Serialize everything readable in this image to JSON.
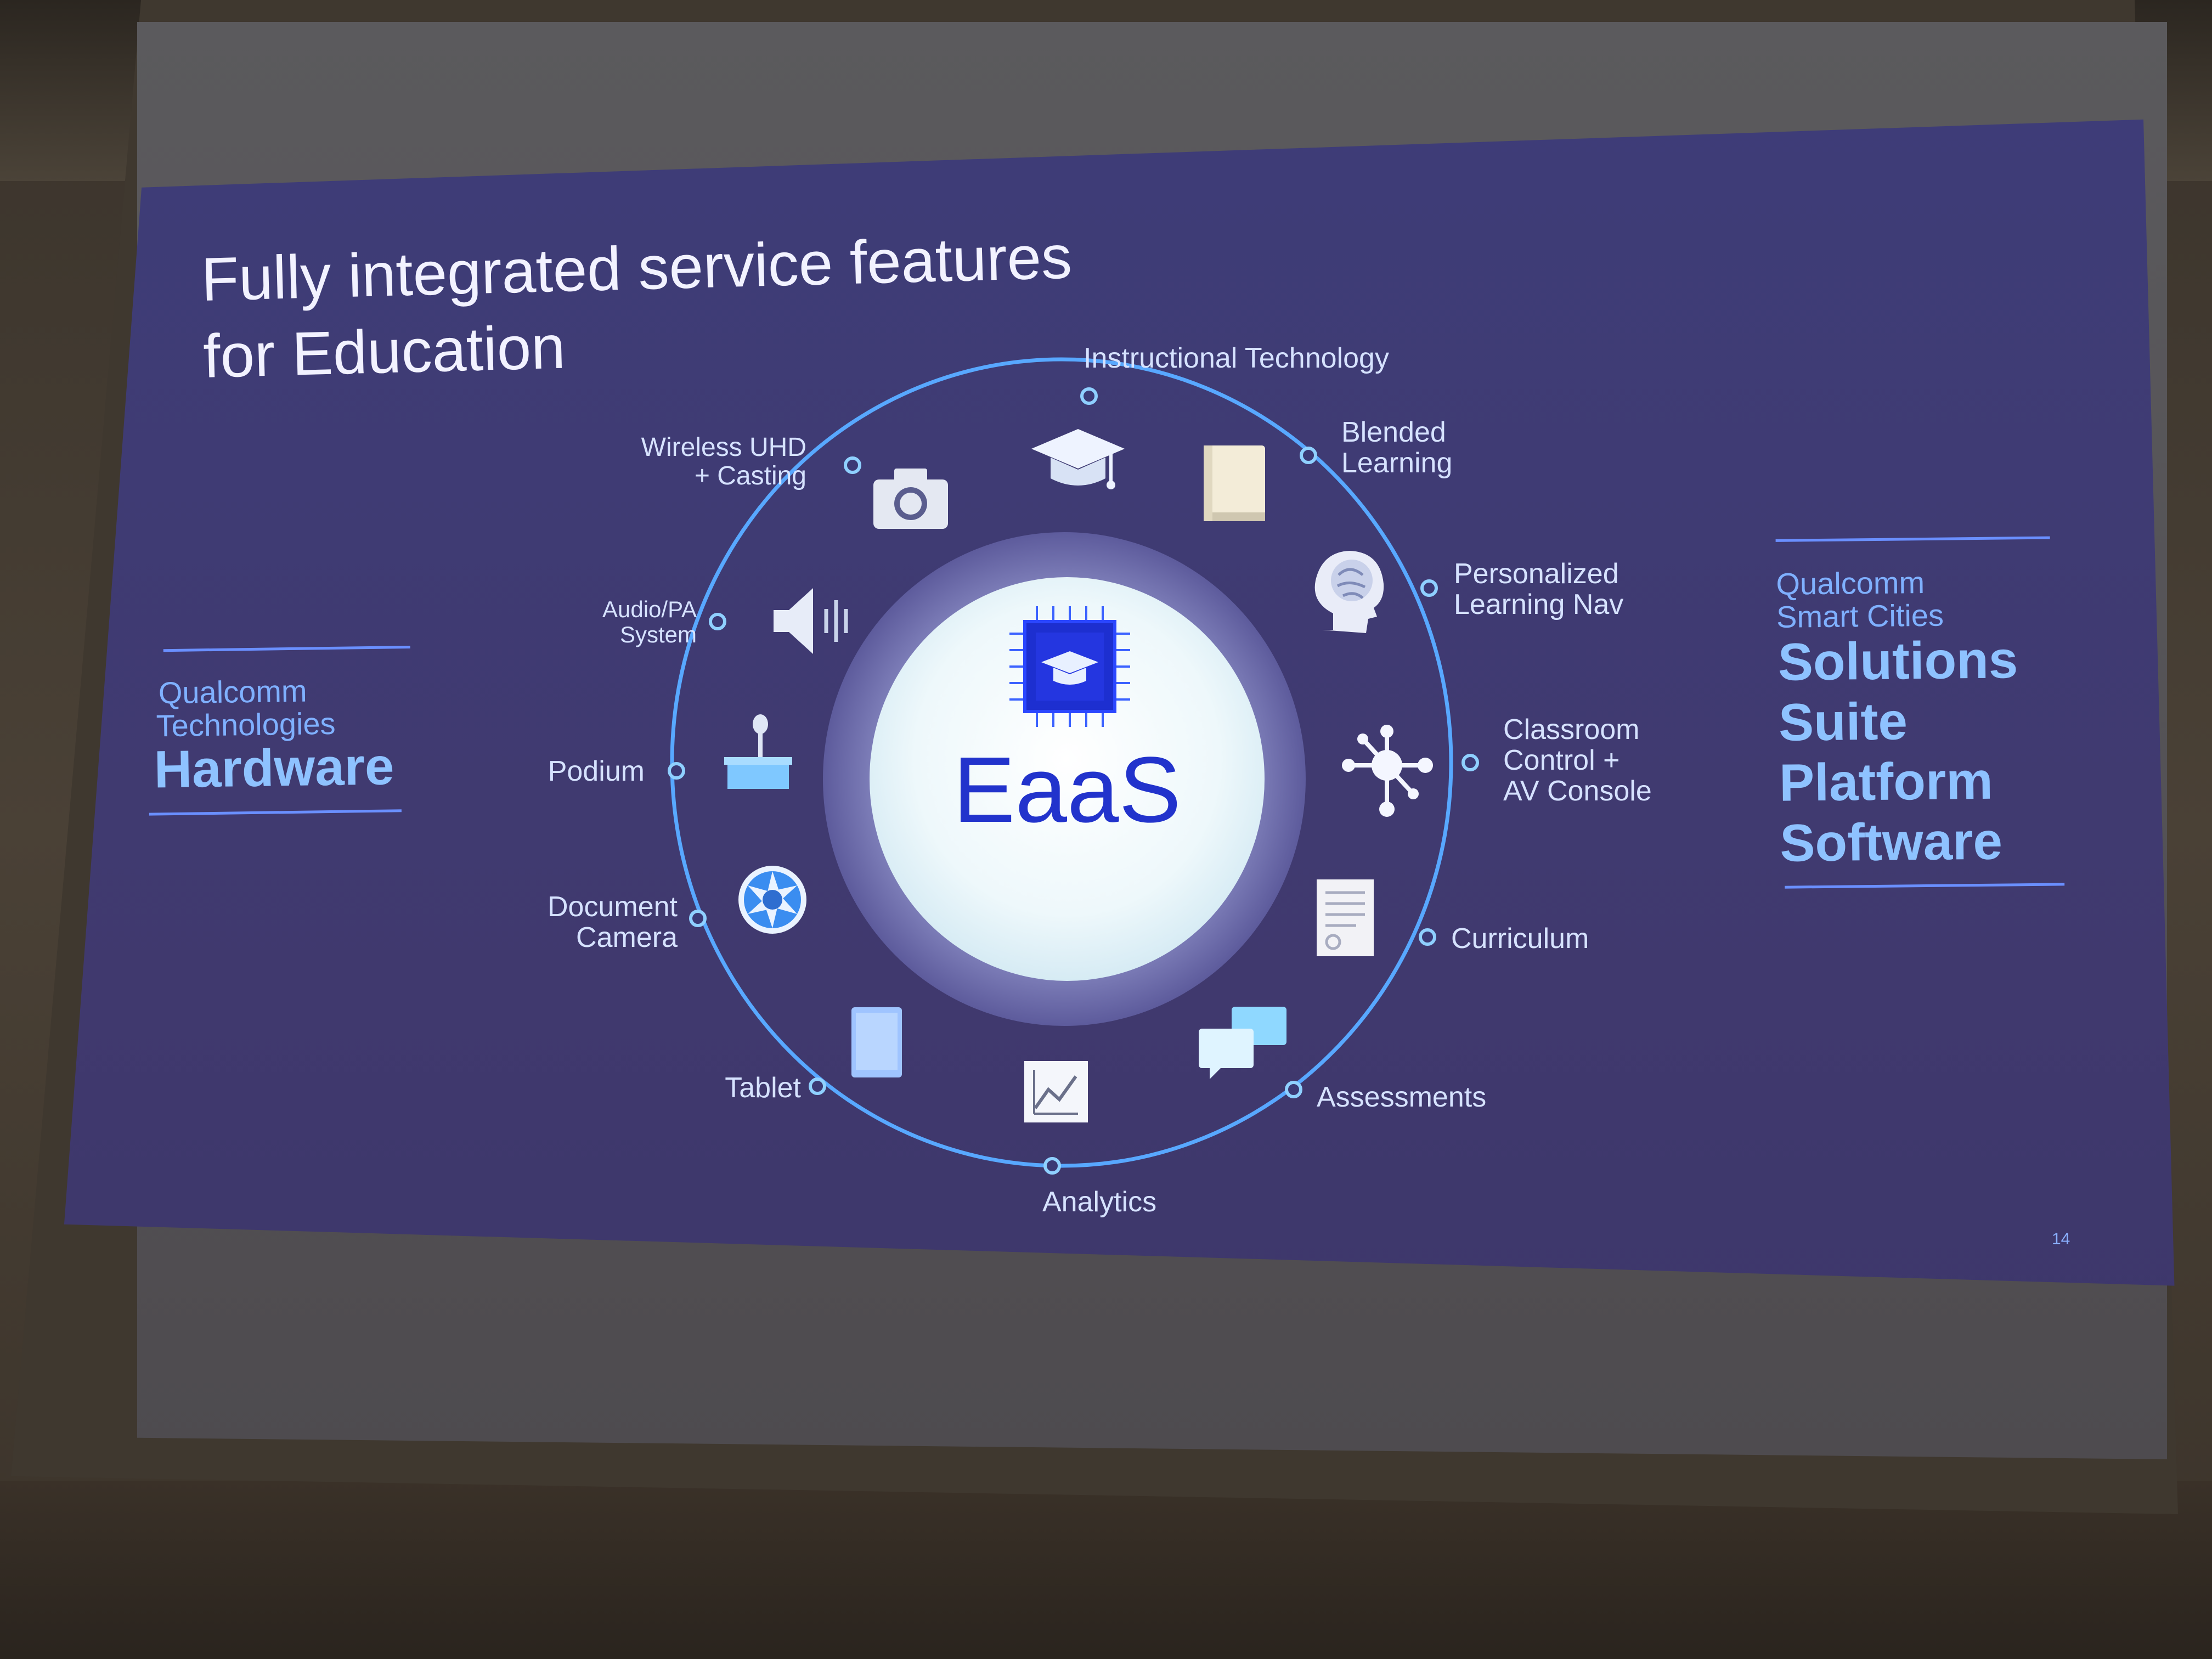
{
  "slide": {
    "title_line1": "Fully integrated service features",
    "title_line2": "for Education",
    "page_number": "14"
  },
  "left_panel": {
    "line1": "Qualcomm",
    "line2": "Technologies",
    "line3": "Hardware"
  },
  "right_panel": {
    "line1": "Qualcomm",
    "line2": "Smart Cities",
    "items": [
      "Solutions",
      "Suite",
      "Platform",
      "Software"
    ]
  },
  "center": {
    "label": "EaaS"
  },
  "services": [
    {
      "id": "instructional-technology",
      "lines": [
        "Instructional Technology"
      ],
      "icon": "graduation-cap-icon"
    },
    {
      "id": "blended-learning",
      "lines": [
        "Blended",
        "Learning"
      ],
      "icon": "book-icon"
    },
    {
      "id": "personalized-learning-nav",
      "lines": [
        "Personalized",
        "Learning Nav"
      ],
      "icon": "brain-head-icon"
    },
    {
      "id": "classroom-control",
      "lines": [
        "Classroom",
        "Control +",
        "AV Console"
      ],
      "icon": "network-hub-icon"
    },
    {
      "id": "curriculum",
      "lines": [
        "Curriculum"
      ],
      "icon": "document-icon"
    },
    {
      "id": "assessments",
      "lines": [
        "Assessments"
      ],
      "icon": "chat-bubbles-icon"
    },
    {
      "id": "analytics",
      "lines": [
        "Analytics"
      ],
      "icon": "line-chart-icon"
    },
    {
      "id": "tablet",
      "lines": [
        "Tablet"
      ],
      "icon": "tablet-icon"
    },
    {
      "id": "document-camera",
      "lines": [
        "Document",
        "Camera"
      ],
      "icon": "aperture-icon"
    },
    {
      "id": "podium",
      "lines": [
        "Podium"
      ],
      "icon": "podium-icon"
    },
    {
      "id": "audio-pa-system",
      "lines": [
        "Audio/PA",
        "System"
      ],
      "icon": "speaker-icon"
    },
    {
      "id": "wireless-uhd",
      "lines": [
        "Wireless UHD",
        "+ Casting"
      ],
      "icon": "camera-icon"
    }
  ],
  "colors": {
    "slide_bg": "#3e3d79",
    "accent_blue": "#6a8fff",
    "ring_blue": "#58a8ff",
    "center_text": "#2233cc",
    "center_fill": "#e8f4f8"
  }
}
